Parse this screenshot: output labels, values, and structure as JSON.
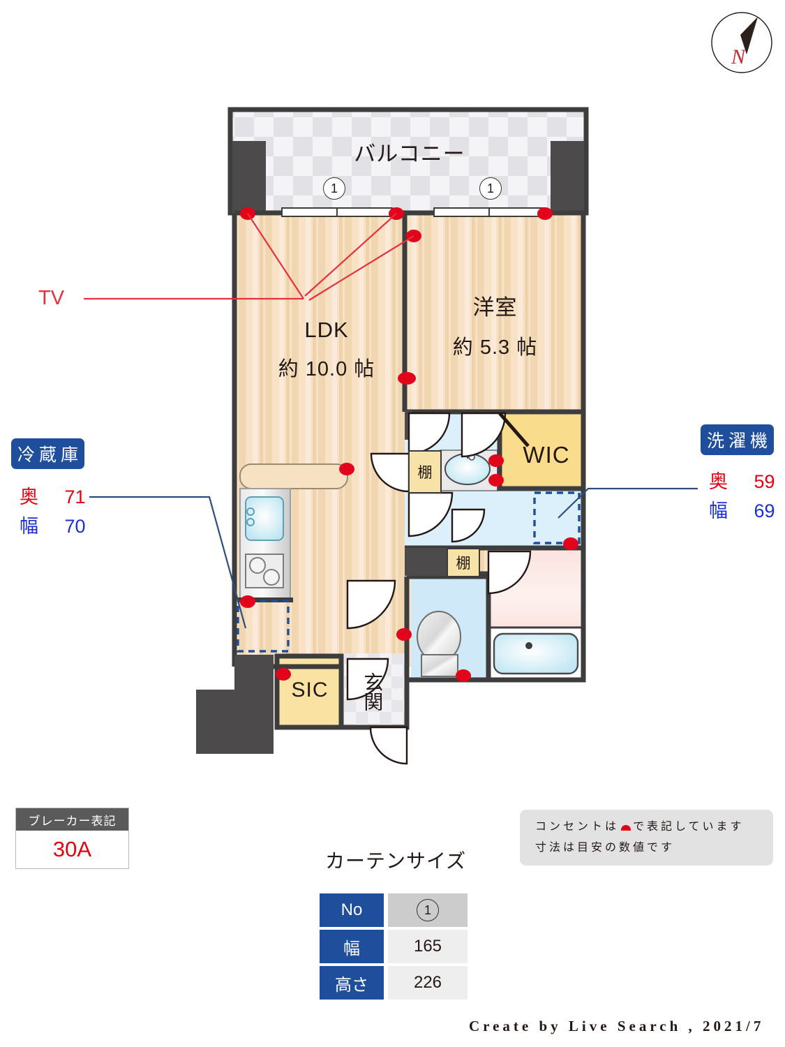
{
  "compass": {
    "letter": "N",
    "name": "north-arrow"
  },
  "plan": {
    "rooms": [
      {
        "id": "balcony",
        "name": "バルコニー",
        "area": ""
      },
      {
        "id": "ldk",
        "name": "LDK",
        "area": "約 10.0 帖"
      },
      {
        "id": "bedroom",
        "name": "洋室",
        "area": "約 5.3 帖"
      }
    ],
    "tags": {
      "wic": "WIC",
      "sic": "SIC",
      "genkan": "玄関",
      "shelf_upper": "棚",
      "shelf_lower": "棚"
    },
    "window_markers": [
      "1",
      "1"
    ]
  },
  "annotations": {
    "tv": {
      "label": "TV"
    },
    "fridge": {
      "title": "冷蔵庫",
      "depth_key": "奥",
      "depth_value": "71",
      "width_key": "幅",
      "width_value": "70"
    },
    "washer": {
      "title": "洗濯機",
      "depth_key": "奥",
      "depth_value": "59",
      "width_key": "幅",
      "width_value": "69"
    }
  },
  "breaker": {
    "title": "ブレーカー表記",
    "value": "30A"
  },
  "note": {
    "line1_a": "コンセントは",
    "line1_b": "で表記しています",
    "line2": "寸法は目安の数値です"
  },
  "curtain": {
    "title": "カーテンサイズ",
    "rows": [
      {
        "key": "No",
        "value": "1"
      },
      {
        "key": "幅",
        "value": "165"
      },
      {
        "key": "高さ",
        "value": "226"
      }
    ]
  },
  "footer": {
    "text": "Create by Live Search , 2021/7"
  },
  "colors": {
    "wall": "#3d3d3d",
    "wall_block": "#4c4a4a",
    "floor": "#f6e0c2",
    "tile": "#f1f1f3",
    "water": "#d7eefb",
    "bath": "#fbe4e1",
    "yellow": "#f9dc8c",
    "accent_blue": "#1f4e9c",
    "accent_red": "#e50012",
    "outlet": "#e2041b"
  }
}
